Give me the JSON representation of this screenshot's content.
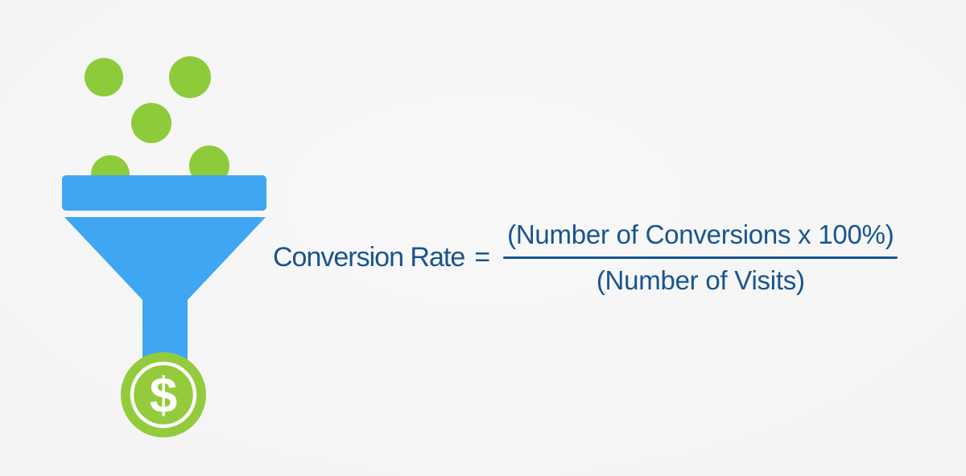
{
  "colors": {
    "background": "#f4f4f4",
    "funnel_blue": "#3EA6F2",
    "ball_green": "#8DCB3A",
    "coin_green": "#93CB3D",
    "text_navy": "#17548F",
    "white": "#FFFFFF"
  },
  "illustration": {
    "coin_symbol": "$"
  },
  "formula": {
    "label": "Conversion Rate",
    "equals": "=",
    "numerator": "(Number of Conversions x 100%)",
    "denominator": "(Number of Visits)"
  }
}
